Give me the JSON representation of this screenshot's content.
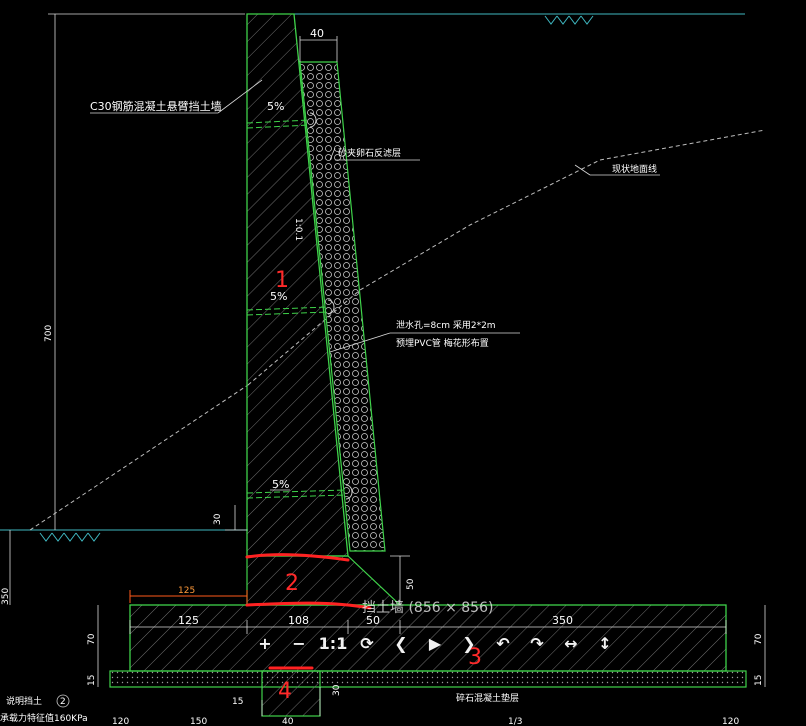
{
  "drawing": {
    "wall_label": "C30钢筋混凝土悬臂挡土墙",
    "filter_layer_label": "砂夹卵石反滤层",
    "ground_line_label": "现状地面线",
    "drain_label_line1": "泄水孔=8cm 采用2*2m",
    "drain_label_line2": "预埋PVC管 梅花形布置",
    "slope_label": "1:0.1",
    "drain_slope_1": "5%",
    "drain_slope_2": "5%",
    "drain_slope_3": "5%",
    "dim_top_width": "40",
    "dim_height": "700",
    "dim_30_left": "30",
    "dim_50_right": "50",
    "dim_350_left": "350",
    "dim_125_red": "125",
    "dim_125_base": "125",
    "dim_108": "108",
    "dim_50_base": "50",
    "dim_350_base": "350",
    "dim_70_left": "70",
    "dim_70_right": "70",
    "dim_15_left": "15",
    "dim_15_right": "15",
    "dim_15_key": "15",
    "dim_30_key": "30",
    "bottom_label": "碎石混凝土垫层",
    "bottom_left_1": "说明挡土",
    "bottom_left_2": "承载力特征值160KPa",
    "bottom_circle": "2",
    "bottom_dim_a": "120",
    "bottom_dim_b": "150",
    "bottom_dim_c": "40",
    "bottom_dim_d": "1/3",
    "bottom_dim_e": "120"
  },
  "annotations": {
    "mark_1": "1",
    "mark_2": "2",
    "mark_3": "3",
    "mark_4": "4"
  },
  "viewer": {
    "title": "挡土墙 (856 × 856)",
    "zoom_in": "+",
    "zoom_out": "−",
    "actual_size": "1:1",
    "refresh": "⟳",
    "prev": "❮",
    "play": "▶",
    "next": "❯",
    "rotate_left": "↶",
    "rotate_right": "↷",
    "flip_h": "↔",
    "flip_v": "↕"
  },
  "colors": {
    "structure": "#3fd24a",
    "hatch": "#7a7a7a",
    "cyan": "#3fb7c0",
    "red": "#ff2222",
    "background": "#000000"
  }
}
